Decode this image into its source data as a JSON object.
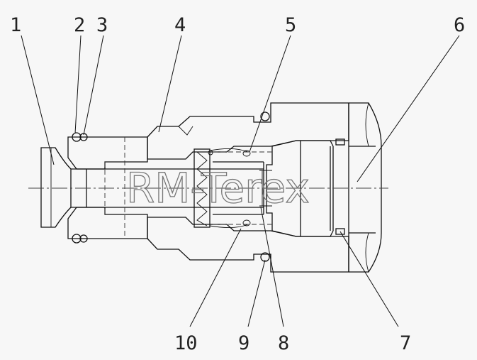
{
  "callouts": {
    "c1": "1",
    "c2": "2",
    "c3": "3",
    "c4": "4",
    "c5": "5",
    "c6": "6",
    "c7": "7",
    "c8": "8",
    "c9": "9",
    "c10": "10"
  },
  "watermark": "RM-Terex",
  "colors": {
    "background": "#f7f7f7",
    "line": "#111111",
    "watermark": "#777777"
  }
}
